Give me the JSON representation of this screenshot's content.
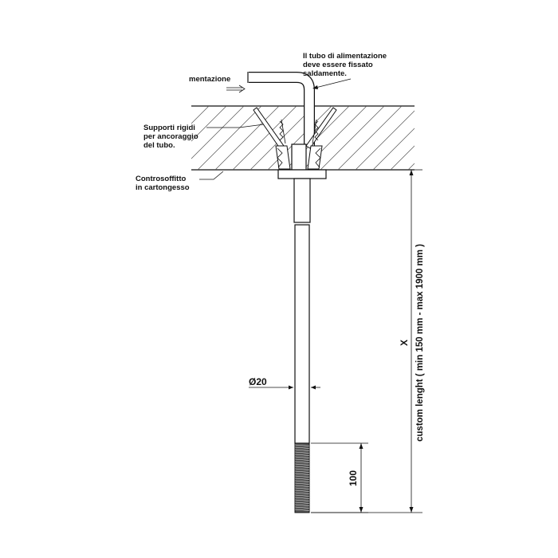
{
  "labels": {
    "note_line1": "Il tubo di alimentazione",
    "note_line2": "deve essere fissato",
    "note_line3": "saldamente.",
    "supply": "mentazione",
    "supports_line1": "Supporti rigidi",
    "supports_line2": "per ancoraggio",
    "supports_line3": "del tubo.",
    "ceiling_line1": "Controsoffitto",
    "ceiling_line2": "in cartongesso"
  },
  "dimensions": {
    "diameter": "Ø20",
    "thread_length": "100",
    "custom_length": "custom lenght ( min 150 mm - max 1900 mm )",
    "variable": "X"
  }
}
